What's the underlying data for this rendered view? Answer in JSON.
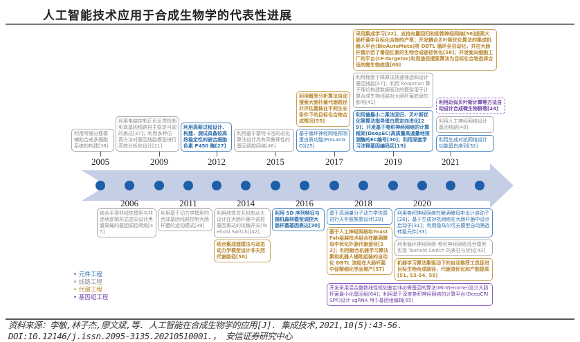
{
  "title": "人工智能技术应用于合成生物学的代表性进展",
  "years_top": [
    "2005",
    "2009",
    "2012",
    "2015",
    "2017",
    "2019",
    "2021"
  ],
  "years_bottom": [
    "2006",
    "2011",
    "2014",
    "2016",
    "2018",
    "2020"
  ],
  "boxes": {
    "y2005": "利用常微分建模辅助合成多细胞系统的构建[38]",
    "y2009": "利用电路控制正负反馈机制实现基因线路自主稳定可调的表达[37]；利用多种仿真方法对基因线路模型进行高效分析和设计[21]",
    "y2012": "利用高斯过程设计、构建、测试具备较高热稳定性的嵌合细胞色素 P450 酶[27]",
    "y2015": "利用基于蒙特卡洛的进化算法设计具有高鲁棒性的基因调控网络[46]",
    "y2017_gold": "利用概率分析算法自动搜索大肠杆菌代谢路径并评估菌株在不同生长条件下的目标化合物合成情况[55]",
    "y2017_blue": "基于循环神经网络预测蛋白质功能(ProLanGO)[25]",
    "y2019_gold": "采用集成学习[22]、支持向量回归和前馈神经网络[56]提高大肠杆菌中目标化合物的产率；开发耦合贝叶斯优化算法的集成机器人平台(BioAutoMata)将 DBTL 循环全自动化，并在大肠杆菌示范了番茄红素的生物合成途径优化[58]；开发面向细胞工厂的平台(CF-Targeter)利用途径搜索算法为目标化合物选择合适的微生物底盘[60]",
    "y2019_gray": "利用梯度下降算法快速筛选和设计基因线路[47]；利用 Koopman 算子理论构建数据驱动的模型用于计算合成生物线路对大肠杆菌底盘的影响[41]",
    "y2019_blue": "利用偏最小二乘法回归、贝叶斯优化等算法指导蛋白质定向进化[29]；开发基于卷积神经网络的计算框架(DeepEC)高质量高通量地预测酶的EC编号[30]；利用深度学习注释基因编码区[19]",
    "y2021_purple": "利用近似贝叶斯计算等方法自动设计合成微生物群落[24]",
    "y2021_gray": "利用人工神经网络设计基因线路[48]",
    "y2021_blue": "利用生成对抗网络设计功能蛋白序列[32]",
    "y2006": "结合平滑非线性模型与非连续逻辑形式逆向设计黑腹果蝇的基因调控网络[45]",
    "y2011": "利用基于动力学模型的合成基因线路控制大肠杆菌的运动模式[39]",
    "y2014_gray": "利用线性交互机制从头设计在大肠杆菌中调控基因表达的核糖开关(Toehold Switch)[42]",
    "y2014_gold": "结合集成建模法与动态动力学模型设计非天然代谢路径[58]",
    "y2016": "利用 SD 序列特征与随机森林模型调控大肠杆菌基因表达[30]",
    "y2018_blue": "基于高通量分子动力学仿真进行天冬氨酸重设计[28]",
    "y2018_gold": "基于人工神经网络和YeastFab组装技术组合在酿酒酵母中优化外源代谢途径[23]；利用融合机器学习算法集和机器人辅助组装的自动化 DBTL 流程在大肠杆菌中促精细化学品增产[57]",
    "y2020_blue": "利用卷积神经网络在酿酒酵母中设计启动子[26]；基于生成对抗网络在大肠杆菌中设计启动子[31]；利用隐马尔可夫模型自动筛选转氨元件[33]",
    "y2020_gray": "利用循环神经网络-卷积神经网络混合模型实现 Toehold Switch 的表征与优化[43]",
    "y2020_gold": "机器学习算法集驱动下的自动推荐工具促进目标生物合成路径、代谢流优化和产能提高[51, 53-54, 59]",
    "bottom_purple": "开发采用混合整数线性规划鉴定非必需基因的算法(MinGenome)设计大肠杆菌最小化基因组[64]；利用基于深度卷积神经网络的计算平台(DeepCRISPR)设计 sgRNA 用于基因组编辑[65]"
  },
  "legend": [
    "元件工程",
    "线路工程",
    "代谢工程",
    "基因组工程"
  ],
  "colors": {
    "blue": "#2d6eab",
    "gray": "#8c8c8c",
    "gold": "#b8862e",
    "purple": "#6d3fa3",
    "band": "#c4cfe6",
    "dot": "#1f5ea8"
  },
  "footer": [
    "资料来源：李敏,林子杰,廖文斌,等. 人工智能在合成生物学的应用[J]. 集成技术,2021,10(5):43-56.",
    "DOI:10.12146/j.issn.2095-3135.20210510001.， 安信证券研究中心"
  ]
}
